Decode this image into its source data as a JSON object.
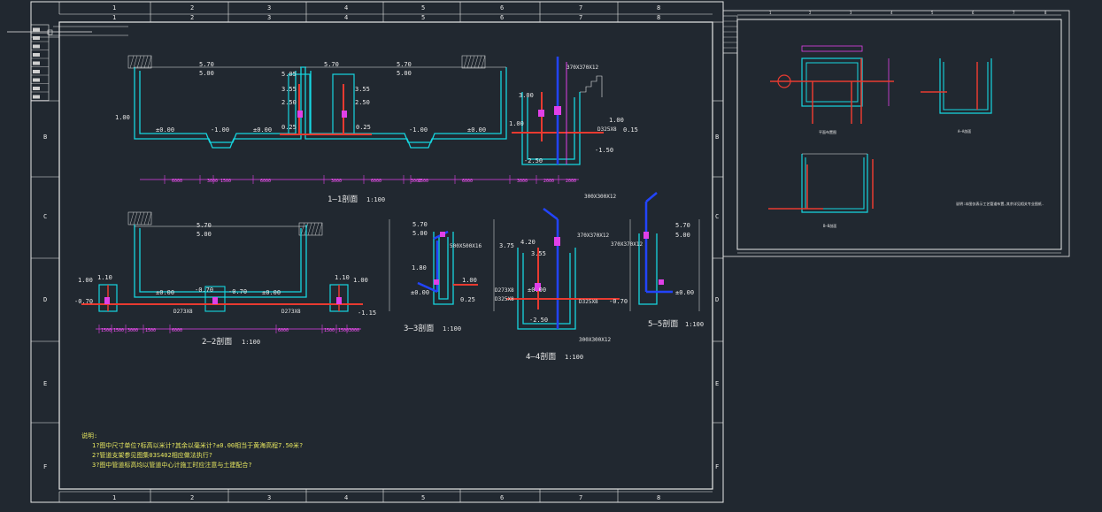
{
  "sheet": {
    "columns": [
      "1",
      "2",
      "3",
      "4",
      "5",
      "6",
      "7",
      "8"
    ],
    "rows": [
      "B",
      "C",
      "D",
      "E",
      "F"
    ]
  },
  "sections": {
    "s11": {
      "title": "1—1剖面",
      "scale": "1:100"
    },
    "s22": {
      "title": "2—2剖面",
      "scale": "1:100"
    },
    "s33": {
      "title": "3—3剖面",
      "scale": "1:100"
    },
    "s44": {
      "title": "4—4剖面",
      "scale": "1:100"
    },
    "s55": {
      "title": "5—5剖面",
      "scale": "1:100"
    }
  },
  "s11_labels": {
    "top1": "5.70",
    "top1b": "5.00",
    "top2": "5.70",
    "top3": "5.70",
    "top3b": "5.00",
    "e100": "1.00",
    "e000a": "±0.00",
    "e100b": "-1.00",
    "e000b": "±0.00",
    "e025": "0.25",
    "e025b": "0.25",
    "e100c": "-1.00",
    "e000c": "±0.00",
    "e100d": "1.00",
    "mid1": "5.05",
    "mid2": "3.55",
    "mid3": "2.50",
    "mid4": "3.55",
    "mid5": "2.50",
    "r300": "3.00",
    "r100": "1.00",
    "r015": "0.15",
    "r150": "-1.50",
    "r250": "-2.50",
    "pipe1": "370X370X12",
    "pipe2": "300X300X12",
    "d325": "D325X8"
  },
  "s11_dims": [
    "6000",
    "3000",
    "1500",
    "6000",
    "3000",
    "6000",
    "3000",
    "1500",
    "6000",
    "3000",
    "2000",
    "2000"
  ],
  "s22_labels": {
    "top": "5.70",
    "topb": "5.00",
    "l100": "1.00",
    "l110": "1.10",
    "l070": "-0.70",
    "e000": "±0.00",
    "m070": "-0.70",
    "m070b": "-0.70",
    "e000b": "±0.00",
    "r110": "1.10",
    "r100": "1.00",
    "r115": "-1.15",
    "d273a": "D273X8",
    "d273b": "D273X8"
  },
  "s22_dims": [
    "1500",
    "1500",
    "3000",
    "1500",
    "6000",
    "6000",
    "1500",
    "1500",
    "3000"
  ],
  "s33_labels": {
    "top": "5.70",
    "topb": "5.00",
    "e180": "1.80",
    "e000": "±0.00",
    "e100": "1.00",
    "e025": "0.25",
    "pipe": "500X500X16"
  },
  "s44_labels": {
    "top": "3.75",
    "top2": "4.20",
    "e355": "3.55",
    "e000": "±0.00",
    "e070": "-0.70",
    "e250": "-2.50",
    "pipe1": "370X370X12",
    "pipe2": "300X300X12",
    "d273": "D273X8",
    "d325a": "D325X8",
    "d325b": "D325X8"
  },
  "s55_labels": {
    "top": "5.70",
    "topb": "5.00",
    "e000": "±0.00",
    "pipe": "370X370X12"
  },
  "notes": {
    "heading": "说明:",
    "n1": "1?图中尺寸单位?标高以米计?其余以毫米计?±0.00相当于黄海高程7.50米?",
    "n2": "2?管道支架参见图集03S402相应做法执行?",
    "n3": "3?图中管道标高均以管道中心计施工时应注意与土建配合?"
  },
  "sheet2": {
    "columns": [
      "1",
      "2",
      "3",
      "4",
      "5",
      "6",
      "7",
      "8"
    ],
    "plan_title": "平面布置图",
    "view2": "A—A剖面",
    "view3": "B—B剖面",
    "note": "说明:本图仅表示工艺管道布置,其余详见相关专业图纸."
  },
  "colors": {
    "bg": "#212830",
    "line": "#e8e8e8",
    "cyan": "#16d6e0",
    "magenta": "#e040e8",
    "red": "#e83a30",
    "blue": "#2244ff"
  }
}
